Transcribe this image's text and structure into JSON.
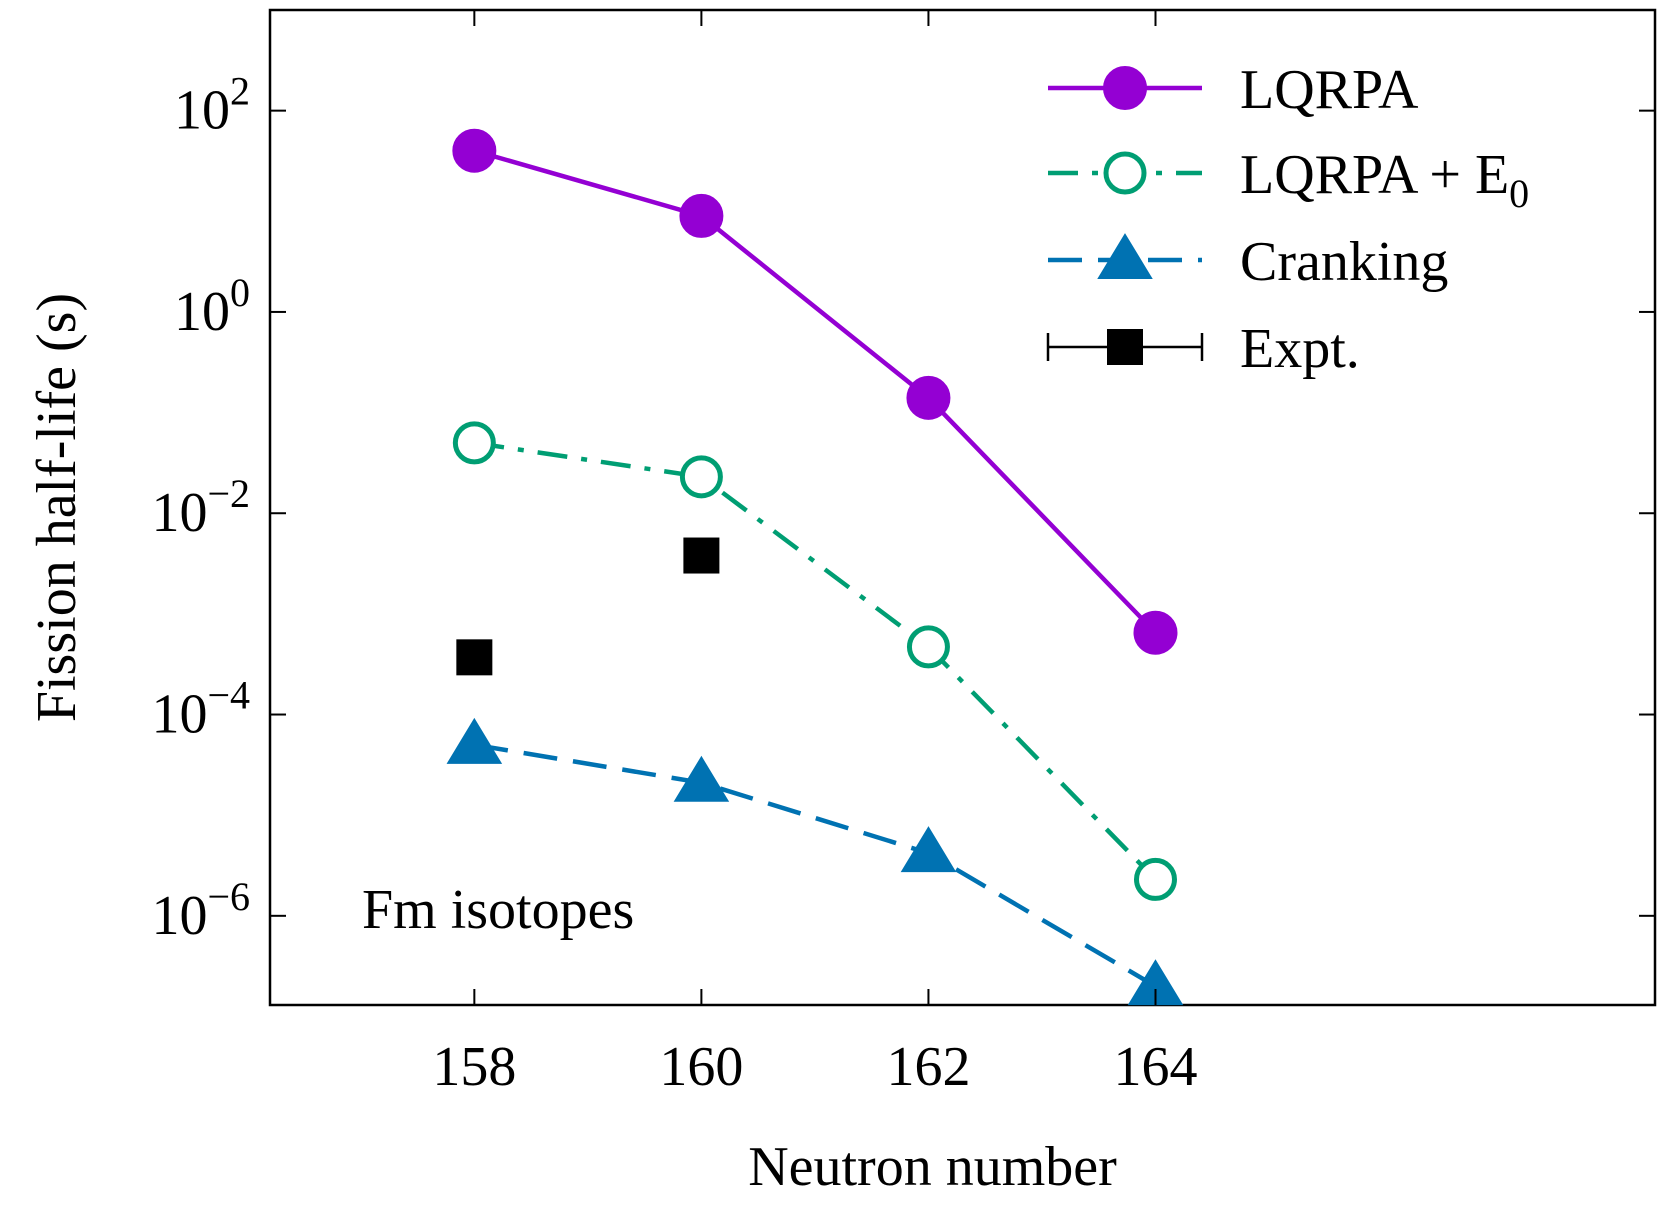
{
  "chart_data": {
    "type": "line",
    "xlabel": "Neutron number",
    "ylabel": "Fission half-life (s)",
    "yscale": "log",
    "xlim": [
      156.2,
      168.4
    ],
    "ylim": [
      1.3e-07,
      1000
    ],
    "xticks": [
      158,
      160,
      162,
      164
    ],
    "xtick_labels": [
      "158",
      "160",
      "162",
      "164"
    ],
    "yticks": [
      {
        "value": 100,
        "base": "10",
        "exp": "2"
      },
      {
        "value": 1,
        "base": "10",
        "exp": "0"
      },
      {
        "value": 0.01,
        "base": "10",
        "exp": "−2"
      },
      {
        "value": 0.0001,
        "base": "10",
        "exp": "−4"
      },
      {
        "value": 1e-06,
        "base": "10",
        "exp": "−6"
      }
    ],
    "grid": false,
    "legend_position": "top-right",
    "annotation": "Fm isotopes",
    "series": [
      {
        "name": "LQRPA",
        "legend_sub": "",
        "color": "#9400d3",
        "marker": "circle-filled",
        "linestyle": "solid",
        "x": [
          158,
          160,
          162,
          164
        ],
        "y": [
          40,
          9,
          0.14,
          0.00065
        ]
      },
      {
        "name": "LQRPA + E",
        "legend_sub": "0",
        "color": "#009e73",
        "marker": "circle-open",
        "linestyle": "dashdot",
        "x": [
          158,
          160,
          162,
          164
        ],
        "y": [
          0.05,
          0.023,
          0.00047,
          2.3e-06
        ]
      },
      {
        "name": "Cranking",
        "legend_sub": "",
        "color": "#0072b2",
        "marker": "triangle-filled",
        "linestyle": "dashed",
        "x": [
          158,
          160,
          162,
          164
        ],
        "y": [
          5e-05,
          2.1e-05,
          4.2e-06,
          2e-07
        ]
      },
      {
        "name": "Expt.",
        "legend_sub": "",
        "color": "#000000",
        "marker": "square-filled",
        "linestyle": "none",
        "x": [
          158,
          160
        ],
        "y": [
          0.00037,
          0.0038
        ]
      }
    ]
  }
}
